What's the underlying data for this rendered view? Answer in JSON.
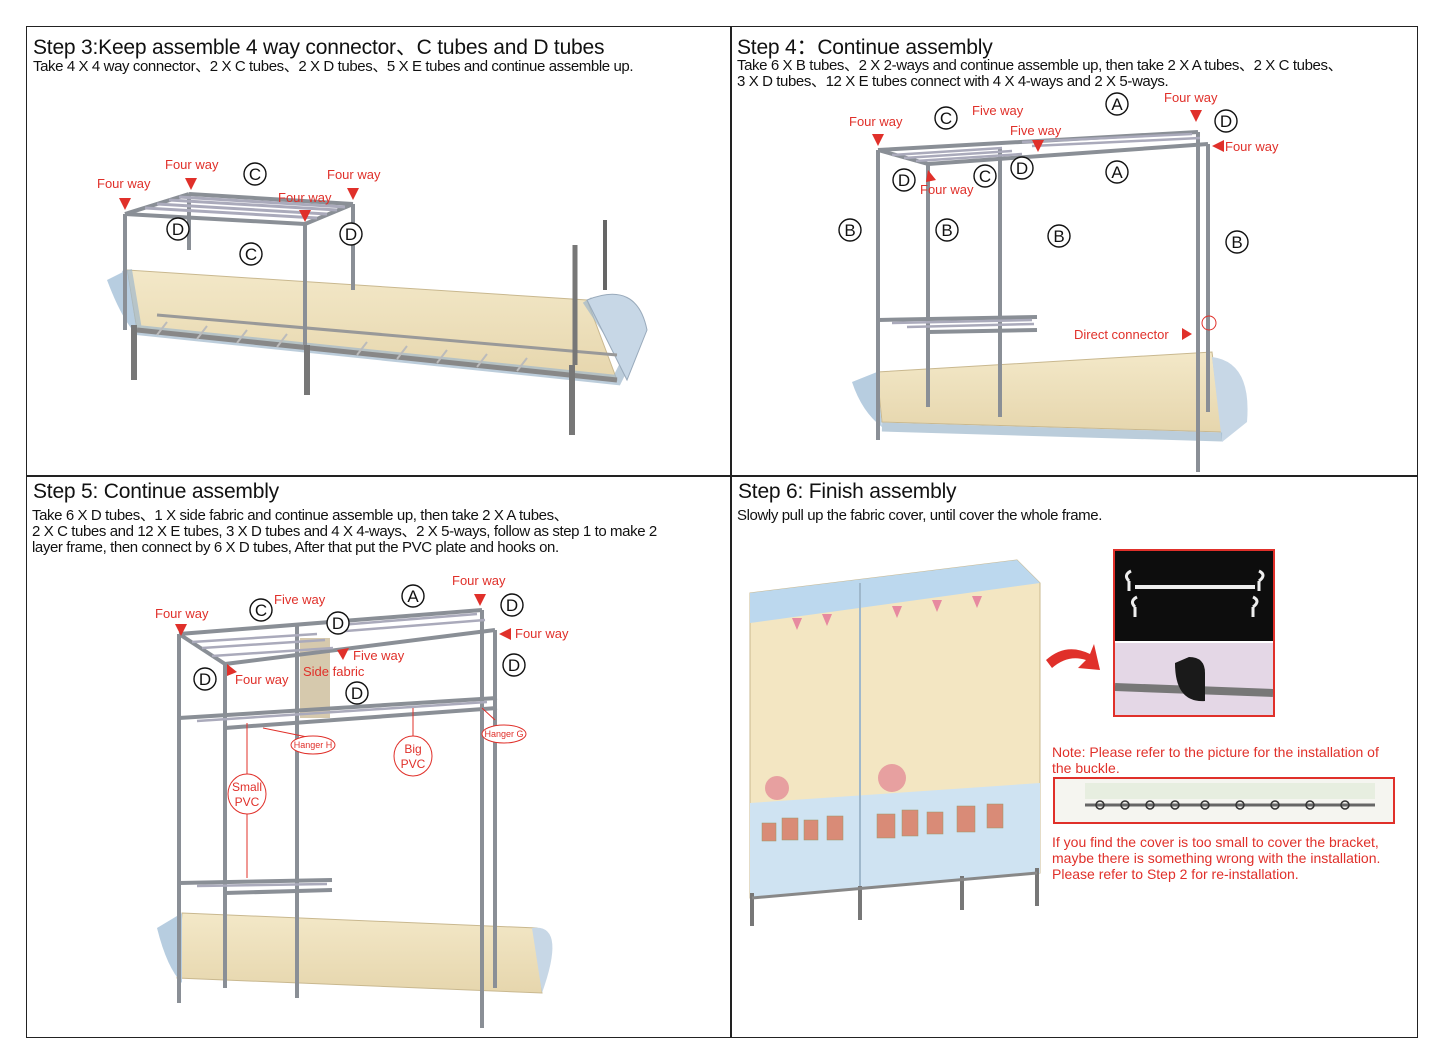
{
  "step3": {
    "title": "Step 3:Keep assemble 4 way connector、C tubes and D tubes",
    "desc": "Take 4 X 4 way connector、2 X C tubes、2 X D tubes、5 X E tubes and continue assemble up.",
    "labels": {
      "four_way_1": "Four way",
      "four_way_2": "Four way",
      "four_way_3": "Four way",
      "four_way_4": "Four way",
      "c1": "C",
      "c2": "C",
      "d1": "D",
      "d2": "D"
    }
  },
  "step4": {
    "title": "Step 4：Continue assembly",
    "desc_line1": "Take 6 X B tubes、2 X 2-ways and continue assemble up, then take 2 X A tubes、2 X C tubes、",
    "desc_line2": "3 X D tubes、12 X E tubes connect with 4 X 4-ways and 2 X 5-ways.",
    "labels": {
      "four_way_1": "Four way",
      "four_way_2": "Four way",
      "four_way_3": "Four way",
      "four_way_4": "Four way",
      "five_way_1": "Five way",
      "five_way_2": "Five way",
      "direct": "Direct connector",
      "a1": "A",
      "a2": "A",
      "b1": "B",
      "b2": "B",
      "b3": "B",
      "b4": "B",
      "c1": "C",
      "c2": "C",
      "d1": "D",
      "d2": "D",
      "d3": "D"
    }
  },
  "step5": {
    "title": "Step 5: Continue assembly",
    "desc_line1": "Take 6 X D tubes、1 X side fabric and continue assemble up, then take 2 X A tubes、",
    "desc_line2": "2 X C tubes and 12 X E tubes, 3 X D tubes and 4 X 4-ways、2 X 5-ways, follow as step 1 to make 2",
    "desc_line3": "layer frame, then connect by 6 X D tubes, After that put the PVC plate and hooks on.",
    "labels": {
      "four_way_1": "Four way",
      "four_way_2": "Four way",
      "four_way_3": "Four way",
      "four_way_4": "Four way",
      "five_way_1": "Five way",
      "five_way_2": "Five way",
      "side_fabric": "Side fabric",
      "hanger_h": "Hanger H",
      "hanger_g": "Hanger G",
      "big": "Big",
      "pvc1": "PVC",
      "small": "Small",
      "pvc2": "PVC",
      "a1": "A",
      "c1": "C",
      "d1": "D",
      "d2": "D",
      "d3": "D",
      "d4": "D",
      "d5": "D"
    }
  },
  "step6": {
    "title": "Step 6: Finish assembly",
    "desc": "Slowly pull up the fabric cover, until cover the whole frame.",
    "note1_line1": "Note: Please refer to the picture for the installation of",
    "note1_line2": "the buckle.",
    "note2_line1": "If you find the cover is too small to cover the bracket,",
    "note2_line2": "maybe there is something wrong with the installation.",
    "note2_line3": "Please refer to Step 2 for re-installation."
  }
}
